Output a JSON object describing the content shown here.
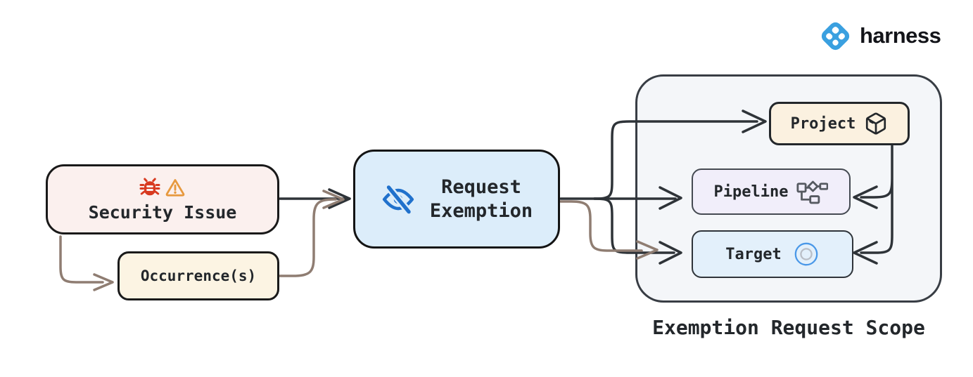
{
  "brand": {
    "name": "harness",
    "logo_icon": "harness-logo-icon"
  },
  "diagram": {
    "security_issue": "Security Issue",
    "occurrences": "Occurrence(s)",
    "request_exemption_line1": "Request",
    "request_exemption_line2": "Exemption",
    "project": "Project",
    "pipeline": "Pipeline",
    "target": "Target",
    "scope_caption": "Exemption Request Scope"
  },
  "icons": {
    "security": [
      "bug-icon",
      "warning-icon"
    ],
    "request_exemption": "eye-off-icon",
    "project": "package-cube-icon",
    "pipeline": "pipeline-flow-icon",
    "target": "target-circles-icon"
  },
  "colors": {
    "bug_red": "#d83a20",
    "warning_orange": "#e7993e",
    "eye_blue": "#2071cc",
    "logo_blue": "#3aa0e0",
    "arrow_dark": "#2e3338",
    "arrow_brown": "#8f7d72",
    "security_fill": "#fbf0ee",
    "occurrence_fill": "#fcf4e3",
    "request_fill": "#dcedfa",
    "scope_fill": "#f4f6f9",
    "project_fill": "#fbf1e0",
    "pipeline_fill": "#f1eefa",
    "target_fill": "#e3f0fb"
  }
}
